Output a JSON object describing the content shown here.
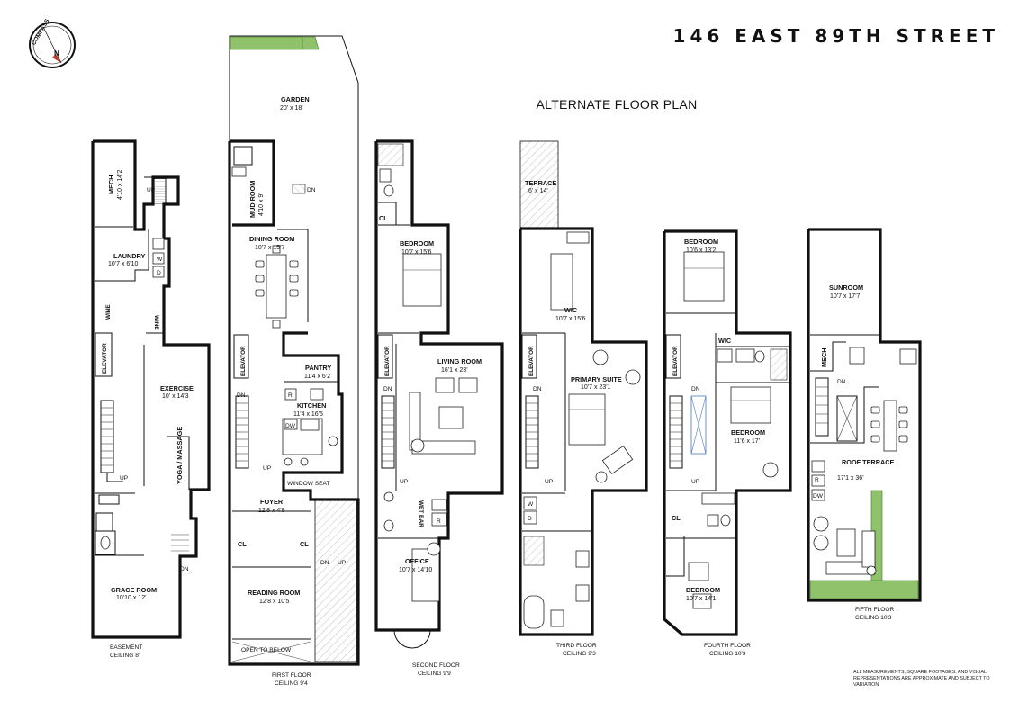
{
  "header": {
    "address": "146 EAST 89TH STREET",
    "subtitle": "ALTERNATE FLOOR PLAN",
    "compass_label": "COMPASS",
    "compass_north": "N"
  },
  "floors": {
    "basement": {
      "title": "BASEMENT",
      "ceiling": "CEILING 8'",
      "rooms": {
        "mech": {
          "name": "MECH",
          "dims": "4'10 x 14'2"
        },
        "laundry": {
          "name": "LAUNDRY",
          "dims": "10'7 x 6'10"
        },
        "exercise": {
          "name": "EXERCISE",
          "dims": "10' x 14'3"
        },
        "yoga": {
          "name": "YOGA / MASSAGE"
        },
        "grace": {
          "name": "GRACE ROOM",
          "dims": "10'10 x 12'"
        }
      },
      "labels": {
        "wine1": "WINE",
        "wine2": "WINE",
        "elevator": "ELEVATOR",
        "up1": "UP",
        "up2": "UP",
        "dn": "DN",
        "w": "W",
        "d": "D"
      }
    },
    "first": {
      "title": "FIRST FLOOR",
      "ceiling": "CEILING 9'4",
      "rooms": {
        "garden": {
          "name": "GARDEN",
          "dims": "20' x 18'"
        },
        "mud": {
          "name": "MUD ROOM",
          "dims": "4'10 x 9'"
        },
        "dining": {
          "name": "DINING ROOM",
          "dims": "10'7 x 15'7"
        },
        "pantry": {
          "name": "PANTRY",
          "dims": "11'4 x 6'2"
        },
        "kitchen": {
          "name": "KITCHEN",
          "dims": "11'4 x 16'5"
        },
        "foyer": {
          "name": "FOYER",
          "dims": "12'8 x 4'8"
        },
        "reading": {
          "name": "READING ROOM",
          "dims": "12'8 x 10'5"
        }
      },
      "labels": {
        "elevator": "ELEVATOR",
        "dn1": "DN",
        "dn2": "DN",
        "dn3": "DN",
        "up1": "UP",
        "up2": "UP",
        "cl1": "CL",
        "cl2": "CL",
        "window_seat": "WINDOW SEAT",
        "open_below": "OPEN TO BELOW",
        "dw": "DW",
        "r": "R"
      }
    },
    "second": {
      "title": "SECOND FLOOR",
      "ceiling": "CEILING 9'9",
      "rooms": {
        "bedroom": {
          "name": "BEDROOM",
          "dims": "10'7 x 15'6"
        },
        "living": {
          "name": "LIVING ROOM",
          "dims": "16'1 x 23'"
        },
        "office": {
          "name": "OFFICE",
          "dims": "10'7 x 14'10"
        }
      },
      "labels": {
        "elevator": "ELEVATOR",
        "cl": "CL",
        "dn": "DN",
        "up": "UP",
        "wet_bar": "WET BAR",
        "r": "R"
      }
    },
    "third": {
      "title": "THIRD FLOOR",
      "ceiling": "CEILING 9'3",
      "rooms": {
        "terrace": {
          "name": "TERRACE",
          "dims": "6' x 14'"
        },
        "wic": {
          "name": "WIC",
          "dims": "10'7 x 15'6"
        },
        "primary": {
          "name": "PRIMARY SUITE",
          "dims": "10'7 x 23'1"
        }
      },
      "labels": {
        "elevator": "ELEVATOR",
        "dn": "DN",
        "up": "UP",
        "w": "W",
        "d": "D"
      }
    },
    "fourth": {
      "title": "FOURTH FLOOR",
      "ceiling": "CEILING 10'3",
      "rooms": {
        "bedroom_a": {
          "name": "BEDROOM",
          "dims": "10'6 x 13'2"
        },
        "wic": {
          "name": "WIC"
        },
        "bedroom_b": {
          "name": "BEDROOM",
          "dims": "11'6 x 17'"
        },
        "bedroom_c": {
          "name": "BEDROOM",
          "dims": "10'7 x 14'1"
        }
      },
      "labels": {
        "elevator": "ELEVATOR",
        "dn": "DN",
        "up": "UP",
        "cl": "CL"
      }
    },
    "fifth": {
      "title": "FIFTH FLOOR",
      "ceiling": "CEILING 10'3",
      "rooms": {
        "sunroom": {
          "name": "SUNROOM",
          "dims": "10'7 x 17'7"
        },
        "mech": {
          "name": "MECH"
        },
        "roof": {
          "name": "ROOF TERRACE",
          "dims": "17'1 x 36'"
        }
      },
      "labels": {
        "dn": "DN",
        "r": "R",
        "dw": "DW"
      }
    }
  },
  "disclaimer": "ALL MEASUREMENTS, SQUARE FOOTAGES, AND VISUAL REPRESENTATIONS ARE APPROXIMATE AND SUBJECT TO VARIATION"
}
